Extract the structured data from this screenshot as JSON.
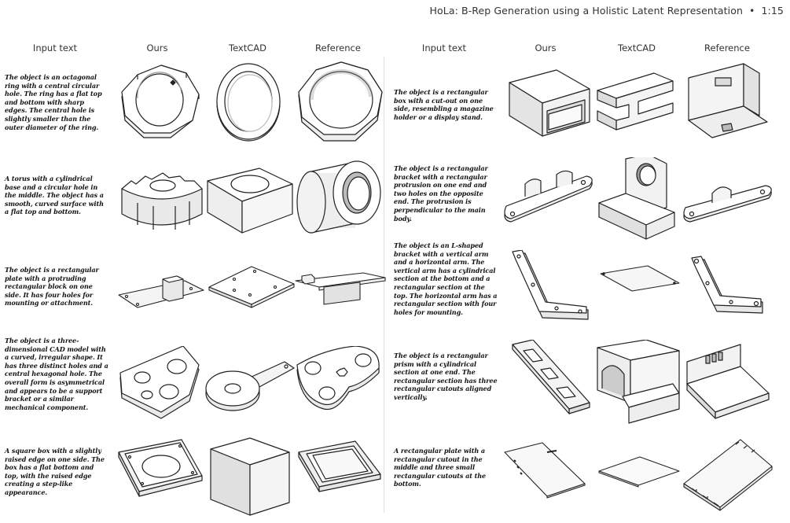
{
  "running_head": {
    "title": "HoLa: B-Rep Generation using a Holistic Latent Representation",
    "separator": "•",
    "page": "1:15"
  },
  "columns": [
    "Input text",
    "Ours",
    "TextCAD",
    "Reference"
  ],
  "left_rows": [
    {
      "text": "The object is an octagonal ring with a central circular hole. The ring has a flat top and bottom with sharp edges. The central hole is slightly smaller than the outer diameter of the ring."
    },
    {
      "text": "A torus with a cylindrical base and a circular hole in the middle. The object has a smooth, curved surface with a flat top and bottom."
    },
    {
      "text": "The object is a rectangular plate with a protruding rectangular block on one side. It has four holes for mounting or attachment."
    },
    {
      "text": "The object is a three-dimensional CAD model with a curved, irregular shape. It has three distinct holes and a central hexagonal hole. The overall form is asymmetrical and appears to be a support bracket or a similar mechanical component."
    },
    {
      "text": "A square box with a slightly raised edge on one side. The box has a flat bottom and top, with the raised edge creating a step-like appearance."
    }
  ],
  "right_rows": [
    {
      "text": "The object is a rectangular box with a cut-out on one side, resembling a magazine holder or a display stand."
    },
    {
      "text": "The object is a rectangular bracket with a rectangular protrusion on one end and two holes on the opposite end. The protrusion is perpendicular to the main body."
    },
    {
      "text": "The object is an L-shaped bracket with a vertical arm and a horizontal arm. The vertical arm has a cylindrical section at the bottom and a rectangular section at the top. The horizontal arm has a rectangular section with four holes for mounting."
    },
    {
      "text": "The object is a rectangular prism with a cylindrical section at one end. The rectangular section has three rectangular cutouts aligned vertically."
    },
    {
      "text": "A rectangular plate with a rectangular cutout in the middle and three small rectangular cutouts at the bottom."
    }
  ]
}
